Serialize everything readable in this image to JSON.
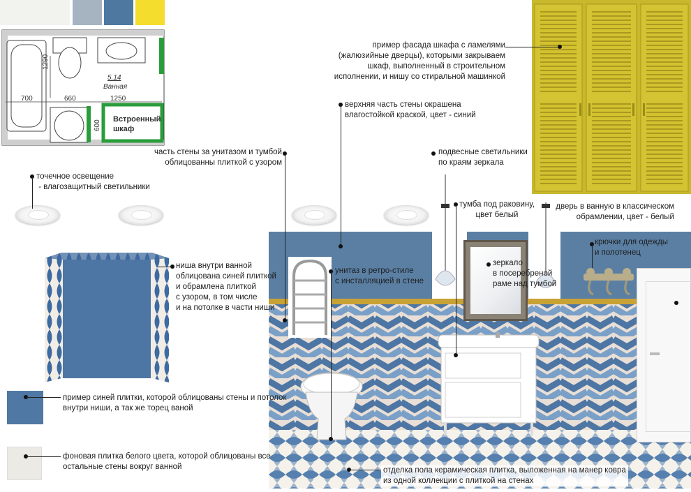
{
  "palette": [
    "#f2f2ee",
    "#a6b4c2",
    "#4f78a0",
    "#f4dd2c"
  ],
  "colors": {
    "blue_wall": "#5a7fa3",
    "tile_blue": "#4d76a4",
    "tile_light": "#e9dfd6",
    "gold_trim": "#c9a236",
    "wardrobe": "#cbbc2e",
    "plan_green": "#2a9d3a"
  },
  "plan": {
    "room_number": "5.14",
    "room_name": "Ванная",
    "wardrobe_label_line1": "Встроенный",
    "wardrobe_label_line2": "шкаф",
    "dims": {
      "bath_width": "700",
      "toilet_width": "660",
      "vanity_width": "1250",
      "height_side": "1290",
      "wardrobe_depth": "600"
    }
  },
  "annotations": {
    "wardrobe_facade": [
      "пример фасада шкафа с ламелями",
      "(жалюзийные дверцы), которыми закрываем",
      "шкаф, выполненный в строительном",
      "исполнении, и нишу со стиральной машинкой"
    ],
    "upper_wall": [
      "верхняя часть стены окрашена",
      "влагостойкой краской, цвет - синий"
    ],
    "tiled_wall": [
      "часть стены за унитазом и тумбой",
      "облицованны плиткой с узором"
    ],
    "pendant_lights": [
      "подвесные светильники",
      "по краям зеркала"
    ],
    "spot_lights": [
      "точечное освещение",
      " - влагозащитный светильники"
    ],
    "vanity": [
      "тумба под раковину,",
      "цвет белый"
    ],
    "door": [
      "дверь в ванную в классическом",
      "обрамлении, цвет - белый"
    ],
    "hooks": [
      "крючки для одежды",
      "и полотенец"
    ],
    "niche": [
      "ниша внутри ванной",
      "облицована синей плиткой",
      "и обрамлена плиткой",
      "с узором, в том числе",
      "и на потолке в части ниши"
    ],
    "toilet": [
      "унитаз в ретро-стиле",
      "с инсталляцией в стене"
    ],
    "mirror": [
      "зеркало",
      "в посеребреной",
      "раме над тумбой"
    ],
    "blue_tile": [
      "пример синей плитки, которой облицованы стены и потолок",
      "внутри ниши, а так же торец ваной"
    ],
    "white_tile": [
      "фоновая плитка белого цвета, которой облицованы все",
      "остальные стены вокруг ванной"
    ],
    "floor": [
      "отделка пола керамическая плитка, выложенная на манер ковра",
      "из одной коллекции с плиткой на стенах"
    ]
  }
}
